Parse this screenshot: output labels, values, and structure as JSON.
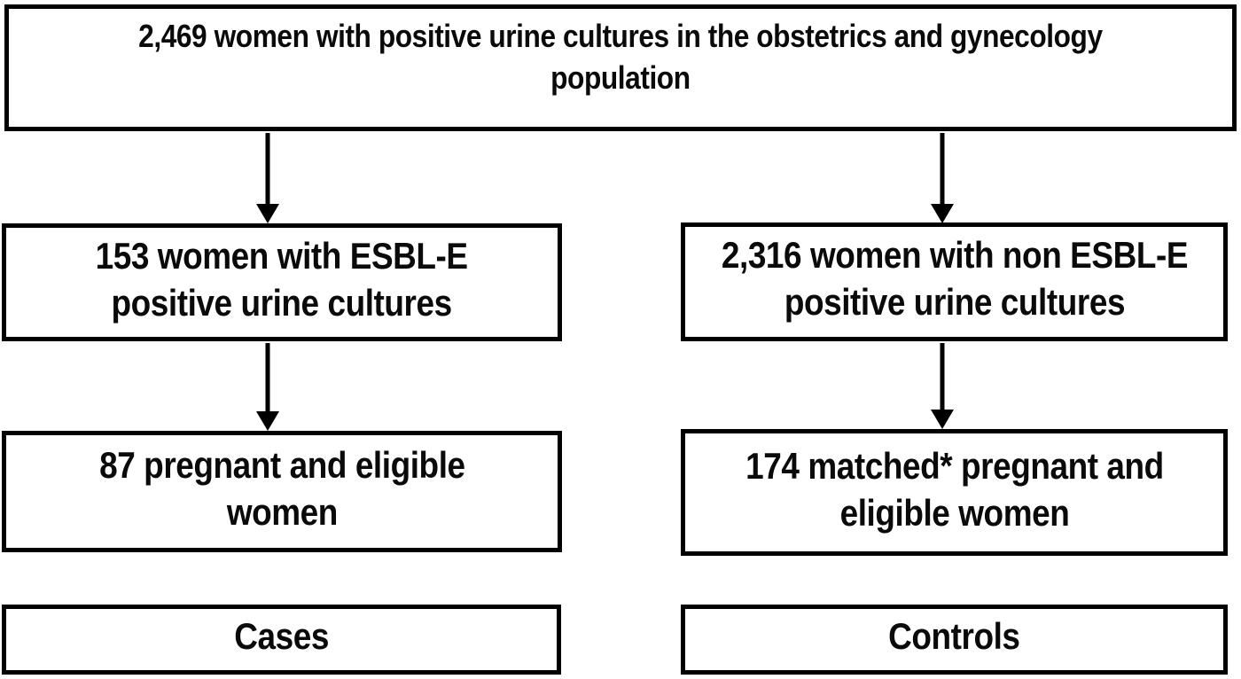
{
  "figure": {
    "type": "flowchart",
    "background_color": "#ffffff",
    "box_border_color": "#000000",
    "text_color": "#0a0a0a"
  },
  "flowchart": {
    "top_box": {
      "lines": [
        "2,469 women with positive urine cultures in the obstetrics and gynecology",
        "population"
      ]
    },
    "esbl_box": {
      "lines": [
        "153 women with ESBL-E",
        "positive urine cultures"
      ]
    },
    "non_esbl_box": {
      "lines": [
        "2,316 women with non ESBL-E",
        "positive urine cultures"
      ]
    },
    "cases_eligible_box": {
      "lines": [
        "87 pregnant and eligible",
        "women"
      ]
    },
    "controls_eligible_box": {
      "lines": [
        "174 matched* pregnant and",
        "eligible women"
      ]
    },
    "cases_label_box": {
      "lines": [
        "Cases"
      ]
    },
    "controls_label_box": {
      "lines": [
        "Controls"
      ]
    }
  }
}
